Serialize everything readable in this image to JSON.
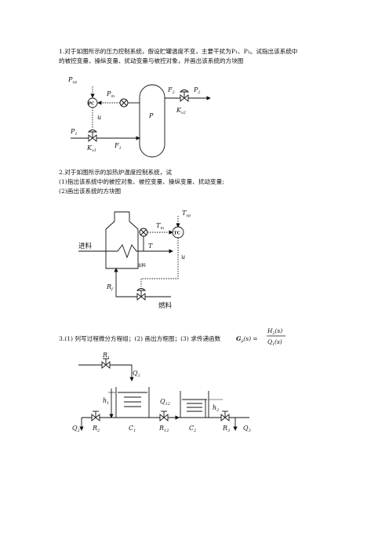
{
  "q1": {
    "line1": "1.对于如图所示的压力控制系统，假设贮罐温度不变，主要干扰为P₁、P₂。试指出该系统中",
    "line2": "的被控变量、操纵变量、扰动变量与被控对象，并画出该系统的方块图",
    "labels": {
      "psp_main": "P",
      "psp_sub": "sp",
      "pc": "PC",
      "pm_main": "P",
      "pm_sub": "m",
      "u": "u",
      "p_tank": "P",
      "f2_main": "F",
      "f2_sub": "2",
      "p2_main": "P",
      "p2_sub": "2",
      "kv2_main": "K",
      "kv2_sub": "v2",
      "p1_main": "P",
      "p1_sub": "1",
      "kv1_main": "K",
      "kv1_sub": "v1",
      "f1_main": "F",
      "f1_sub": "1"
    }
  },
  "q2": {
    "line1": "2.对于如图所示的加热炉温度控制系统，试",
    "line2": "(1)指出该系统中的被控对象、被控变量、操纵变量、扰动变量;",
    "line3": "(2)画出该系统的方块图",
    "labels": {
      "tsp_main": "T",
      "tsp_sub": "sp",
      "tm_main": "T",
      "tm_sub": "m",
      "tc": "TC",
      "t": "T",
      "u": "u",
      "feed": "进料",
      "out": "出料",
      "rf_main": "R",
      "rf_sub": "f",
      "fuel": "燃料"
    }
  },
  "q3": {
    "text": "3.(1) 列写过程微分方程组；(2) 画出方框图；(3) 求传递函数",
    "gp_main": "G",
    "gp_sub": "p",
    "gp_arg": "(s) =",
    "num_main": "H",
    "num_sub": "2",
    "num_arg": "(s)",
    "den_main": "Q",
    "den_sub": "1",
    "den_arg": "(s)",
    "labels": {
      "r1_main": "R",
      "r1_sub": "1",
      "q1_main": "Q",
      "q1_sub": "1",
      "h1_main": "h",
      "h1_sub": "1",
      "q12_main": "Q",
      "q12_sub": "12",
      "h2_main": "h",
      "h2_sub": "2",
      "q2_main": "Q",
      "q2_sub": "2",
      "r2_main": "R",
      "r2_sub": "2",
      "c1_main": "C",
      "c1_sub": "1",
      "r12_main": "R",
      "r12_sub": "12",
      "c2_main": "C",
      "c2_sub": "2",
      "r3_main": "R",
      "r3_sub": "3",
      "q3_main": "Q",
      "q3_sub": "3"
    }
  }
}
